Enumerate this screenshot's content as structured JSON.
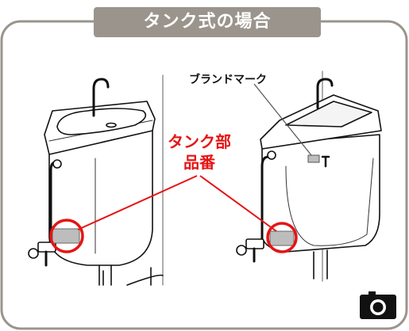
{
  "header": {
    "title": "タンク式の場合"
  },
  "labels": {
    "brand_mark": "ブランドマーク",
    "tank_part_line1": "タンク部",
    "tank_part_line2": "品番"
  },
  "icons": {
    "camera": "camera-icon"
  },
  "colors": {
    "frame_gray": "#9a948c",
    "accent_red": "#e61414",
    "line_gray": "#bcbcbc"
  }
}
